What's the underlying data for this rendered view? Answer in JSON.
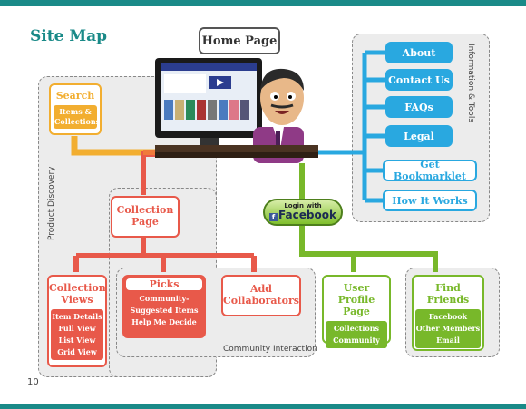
{
  "title": "Site Map",
  "page_number": "10",
  "home_page": "Home Page",
  "regions": {
    "product_discovery": "Product Discovery",
    "information_tools": "Information & Tools",
    "community_interaction": "Community Interaction"
  },
  "search": {
    "title": "Search",
    "sub": "Items & Collections"
  },
  "info_items": [
    "About",
    "Contact Us",
    "FAQs",
    "Legal",
    "Get Bookmarklet",
    "How It Works"
  ],
  "login": {
    "line1": "Login with",
    "brand": "Facebook",
    "brand_icon": "f"
  },
  "collection_page": {
    "line1": "Collection",
    "line2": "Page"
  },
  "collection_views": {
    "line1": "Collection",
    "line2": "Views",
    "items": [
      "Item Details",
      "Full View",
      "List View",
      "Grid View"
    ]
  },
  "picks": {
    "title": "Picks",
    "items": [
      "Community-",
      "Suggested Items",
      "Help Me Decide"
    ]
  },
  "add_collaborators": {
    "line1": "Add",
    "line2": "Collaborators"
  },
  "user_profile": {
    "line1": "User",
    "line2": "Profile Page",
    "items": [
      "Collections",
      "Community"
    ]
  },
  "find_friends": {
    "line1": "Find",
    "line2": "Friends",
    "items": [
      "Facebook",
      "Other Members",
      "Email"
    ]
  },
  "colors": {
    "teal": "#1a8a88",
    "orange": "#f2ae30",
    "blue": "#29a8e0",
    "red": "#e8594a",
    "green": "#78b82a"
  }
}
